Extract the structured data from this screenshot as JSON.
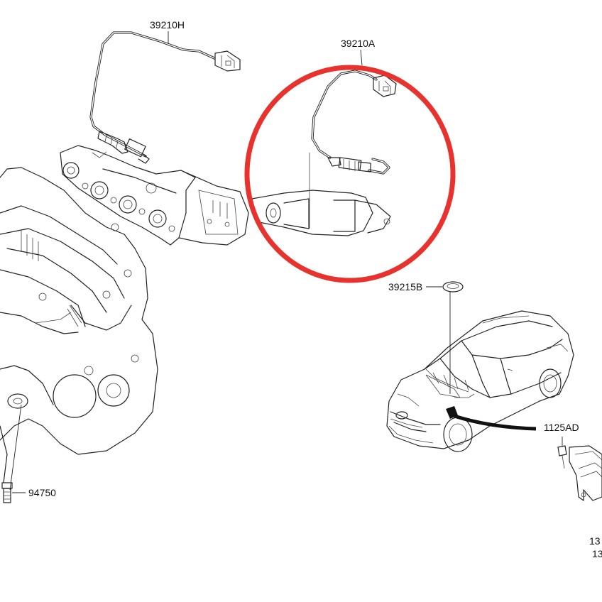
{
  "labels": {
    "upstream_sensor": "39210H",
    "downstream_sensor": "39210A",
    "grommet": "39215B",
    "bolt": "1125AD",
    "knock_sensor": "94750",
    "partial_1": "13",
    "partial_2": "13"
  },
  "highlight_color": "#e8322e"
}
